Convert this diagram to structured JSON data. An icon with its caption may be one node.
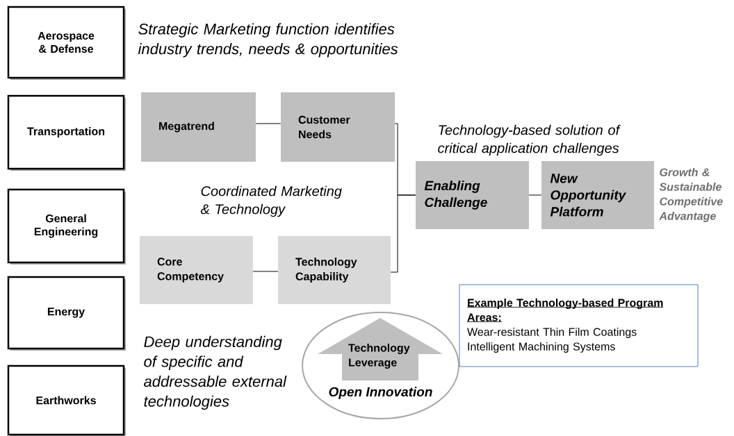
{
  "diagram": {
    "nodes": [
      {
        "text": [
          "Aerospace & Defense"
        ]
      },
      {
        "text": [
          "Transportation"
        ]
      },
      {
        "text": [
          "General Engineering"
        ]
      },
      {
        "text": [
          "Energy"
        ]
      },
      {
        "text": [
          "Earthworks"
        ]
      },
      {
        "text": [
          "Megatrend"
        ]
      },
      {
        "text": [
          "Customer Needs"
        ]
      },
      {
        "text": [
          "Core Competency"
        ]
      },
      {
        "text": [
          "Technology Capability"
        ]
      },
      {
        "text": [
          "Enabling Challenge"
        ]
      },
      {
        "text": [
          "New Opportunity Platform"
        ],
        "beside": [
          "Growth & Sustainable Competitive Advantage"
        ]
      },
      {
        "text": [
          "Open Innovation"
        ]
      },
      {
        "text": [
          "Technology Leverage"
        ],
        "in": 11
      },
      {
        "text": [
          "Example Technology-based Program Areas:",
          "Wear-resistant Thin Film Coatings",
          "Intelligent Machining Systems"
        ]
      }
    ],
    "edges": [
      {
        "from": 5,
        "to": 6,
        "arrow": "none"
      },
      {
        "from": 6,
        "to": 9,
        "arrow": "none"
      },
      {
        "from": 8,
        "to": 9,
        "arrow": "none"
      },
      {
        "from": 7,
        "to": 8,
        "arrow": "none"
      },
      {
        "from": 9,
        "to": 10,
        "arrow": "none"
      }
    ],
    "labels": [
      "Strategic Marketing function identifies industry trends, needs & opportunities",
      "Coordinated Marketing & Technology",
      "Technology-based solution of critical application challenges",
      "Deep understanding of specific and addressable external technologies"
    ]
  }
}
